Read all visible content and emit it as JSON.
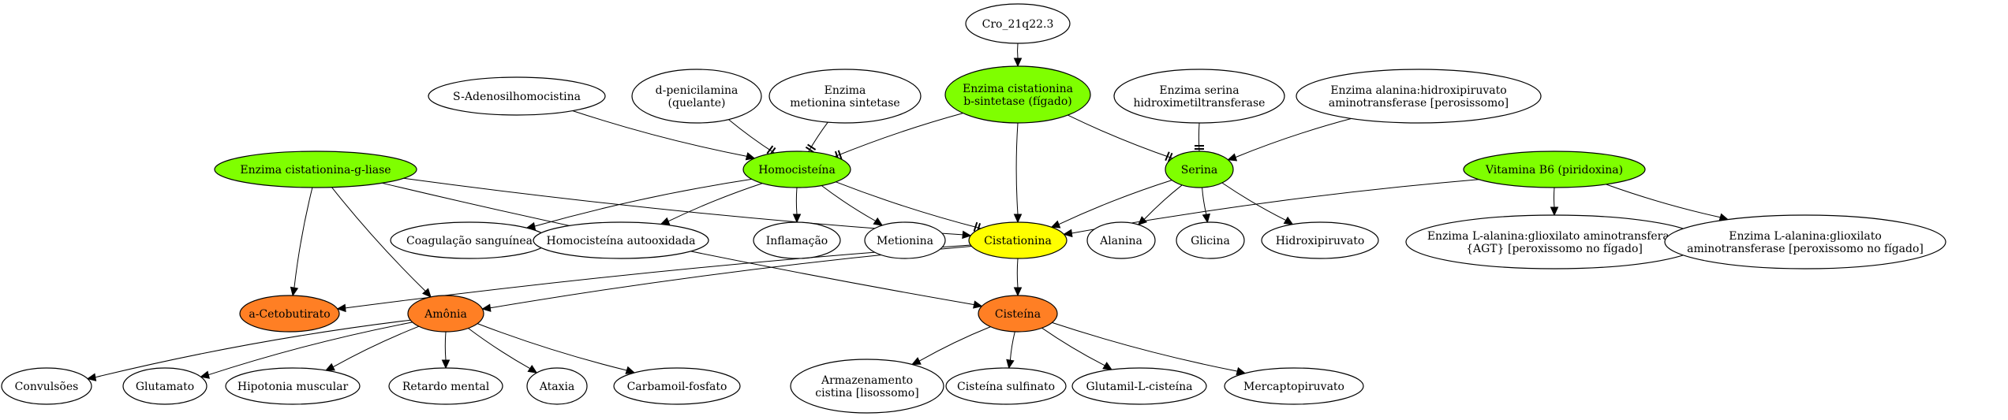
{
  "colors": {
    "green": "#7fff00",
    "yellow": "#ffff00",
    "orange": "#ff7f24",
    "white": "#ffffff"
  },
  "nodes": {
    "cro": {
      "lines": [
        "Cro_21q22.3"
      ],
      "fill": "white"
    },
    "cbs": {
      "lines": [
        "Enzima cistationina",
        "b-sintetase (fígado)"
      ],
      "fill": "green"
    },
    "sadenosil": {
      "lines": [
        "S-Adenosilhomocistina"
      ],
      "fill": "white"
    },
    "dpenicil": {
      "lines": [
        "d-penicilamina",
        "(quelante)"
      ],
      "fill": "white"
    },
    "metsint": {
      "lines": [
        "Enzima",
        "metionina sintetase"
      ],
      "fill": "white"
    },
    "shmt": {
      "lines": [
        "Enzima serina",
        "hidroximetiltransferase"
      ],
      "fill": "white"
    },
    "alahidrox": {
      "lines": [
        "Enzima alanina:hidroxipiruvato",
        "aminotransferase [perosissomo]"
      ],
      "fill": "white"
    },
    "cgl": {
      "lines": [
        "Enzima cistationina-g-liase"
      ],
      "fill": "green"
    },
    "homocist": {
      "lines": [
        "Homocisteína"
      ],
      "fill": "green"
    },
    "serina": {
      "lines": [
        "Serina"
      ],
      "fill": "green"
    },
    "vitb6": {
      "lines": [
        "Vitamina B6 (piridoxina)"
      ],
      "fill": "green"
    },
    "coag": {
      "lines": [
        "Coagulação sanguínea"
      ],
      "fill": "white"
    },
    "homoauto": {
      "lines": [
        "Homocisteína autooxidada"
      ],
      "fill": "white"
    },
    "inflam": {
      "lines": [
        "Inflamação"
      ],
      "fill": "white"
    },
    "metionina": {
      "lines": [
        "Metionina"
      ],
      "fill": "white"
    },
    "cistationina": {
      "lines": [
        "Cistationina"
      ],
      "fill": "yellow"
    },
    "alanina": {
      "lines": [
        "Alanina"
      ],
      "fill": "white"
    },
    "glicina": {
      "lines": [
        "Glicina"
      ],
      "fill": "white"
    },
    "hidroxipir": {
      "lines": [
        "Hidroxipiruvato"
      ],
      "fill": "white"
    },
    "agt": {
      "lines": [
        "Enzima L-alanina:glioxilato aminotransferase",
        "{AGT} [peroxissomo no fígado]"
      ],
      "fill": "white"
    },
    "lalanina2": {
      "lines": [
        "Enzima L-alanina:glioxilato",
        "aminotransferase [peroxissomo no fígado]"
      ],
      "fill": "white"
    },
    "acetobut": {
      "lines": [
        "a-Cetobutirato"
      ],
      "fill": "orange"
    },
    "amonia": {
      "lines": [
        "Amônia"
      ],
      "fill": "orange"
    },
    "cisteina": {
      "lines": [
        "Cisteína"
      ],
      "fill": "orange"
    },
    "convuls": {
      "lines": [
        "Convulsões"
      ],
      "fill": "white"
    },
    "glutamato": {
      "lines": [
        "Glutamato"
      ],
      "fill": "white"
    },
    "hipotonia": {
      "lines": [
        "Hipotonia muscular"
      ],
      "fill": "white"
    },
    "retardo": {
      "lines": [
        "Retardo mental"
      ],
      "fill": "white"
    },
    "ataxia": {
      "lines": [
        "Ataxia"
      ],
      "fill": "white"
    },
    "carbamoil": {
      "lines": [
        "Carbamoil-fosfato"
      ],
      "fill": "white"
    },
    "armazen": {
      "lines": [
        "Armazenamento",
        "cistina [lisossomo]"
      ],
      "fill": "white"
    },
    "cistsulf": {
      "lines": [
        "Cisteína sulfinato"
      ],
      "fill": "white"
    },
    "glutamil": {
      "lines": [
        "Glutamil-L-cisteína"
      ],
      "fill": "white"
    },
    "mercapto": {
      "lines": [
        "Mercaptopiruvato"
      ],
      "fill": "white"
    }
  },
  "edges": [
    {
      "from": "cro",
      "to": "cbs",
      "head": "arrow"
    },
    {
      "from": "sadenosil",
      "to": "homocist",
      "head": "arrow"
    },
    {
      "from": "dpenicil",
      "to": "homocist",
      "head": "tee"
    },
    {
      "from": "metsint",
      "to": "homocist",
      "head": "tee"
    },
    {
      "from": "cbs",
      "to": "homocist",
      "head": "tee"
    },
    {
      "from": "cbs",
      "to": "cistationina",
      "head": "arrow"
    },
    {
      "from": "cbs",
      "to": "serina",
      "head": "tee"
    },
    {
      "from": "shmt",
      "to": "serina",
      "head": "tee"
    },
    {
      "from": "alahidrox",
      "to": "serina",
      "head": "arrow"
    },
    {
      "from": "cgl",
      "to": "cistationina",
      "head": "arrow"
    },
    {
      "from": "cgl",
      "to": "acetobut",
      "head": "arrow"
    },
    {
      "from": "cgl",
      "to": "amonia",
      "head": "arrow"
    },
    {
      "from": "cgl",
      "to": "cisteina",
      "head": "arrow"
    },
    {
      "from": "homocist",
      "to": "coag",
      "head": "arrow"
    },
    {
      "from": "homocist",
      "to": "homoauto",
      "head": "arrow"
    },
    {
      "from": "homocist",
      "to": "inflam",
      "head": "arrow"
    },
    {
      "from": "homocist",
      "to": "metionina",
      "head": "arrow"
    },
    {
      "from": "homocist",
      "to": "cistationina",
      "head": "tee"
    },
    {
      "from": "serina",
      "to": "cistationina",
      "head": "arrow"
    },
    {
      "from": "serina",
      "to": "alanina",
      "head": "arrow"
    },
    {
      "from": "serina",
      "to": "glicina",
      "head": "arrow"
    },
    {
      "from": "serina",
      "to": "hidroxipir",
      "head": "arrow"
    },
    {
      "from": "vitb6",
      "to": "cistationina",
      "head": "arrow"
    },
    {
      "from": "vitb6",
      "to": "agt",
      "head": "arrow"
    },
    {
      "from": "vitb6",
      "to": "lalanina2",
      "head": "arrow"
    },
    {
      "from": "cistationina",
      "to": "acetobut",
      "head": "arrow"
    },
    {
      "from": "cistationina",
      "to": "amonia",
      "head": "arrow"
    },
    {
      "from": "cistationina",
      "to": "cisteina",
      "head": "arrow"
    },
    {
      "from": "amonia",
      "to": "convuls",
      "head": "arrow"
    },
    {
      "from": "amonia",
      "to": "glutamato",
      "head": "arrow"
    },
    {
      "from": "amonia",
      "to": "hipotonia",
      "head": "arrow"
    },
    {
      "from": "amonia",
      "to": "retardo",
      "head": "arrow"
    },
    {
      "from": "amonia",
      "to": "ataxia",
      "head": "arrow"
    },
    {
      "from": "amonia",
      "to": "carbamoil",
      "head": "arrow"
    },
    {
      "from": "cisteina",
      "to": "armazen",
      "head": "arrow"
    },
    {
      "from": "cisteina",
      "to": "cistsulf",
      "head": "arrow"
    },
    {
      "from": "cisteina",
      "to": "glutamil",
      "head": "arrow"
    },
    {
      "from": "cisteina",
      "to": "mercapto",
      "head": "arrow"
    }
  ]
}
